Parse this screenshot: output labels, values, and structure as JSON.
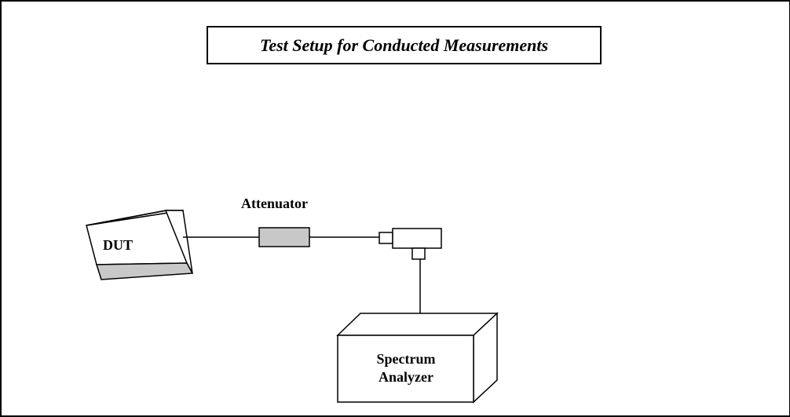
{
  "title": "Test Setup for Conducted Measurements",
  "labels": {
    "dut": "DUT",
    "attenuator": "Attenuator",
    "spectrum_analyzer_line1": "Spectrum",
    "spectrum_analyzer_line2": "Analyzer"
  },
  "colors": {
    "stroke": "#000000",
    "fill_gray": "#c8c8c8",
    "background": "#ffffff"
  }
}
